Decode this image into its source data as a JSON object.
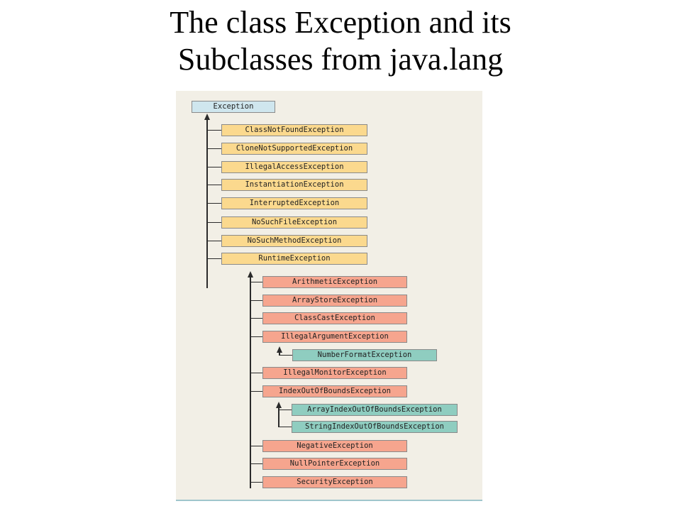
{
  "title": {
    "line1": "The class Exception and its",
    "line2": "Subclasses from java.lang"
  },
  "colors": {
    "root": "#cfe6ee",
    "level1": "#fbd98e",
    "runtime_children": "#f6a58e",
    "level3": "#8fcdc0"
  },
  "tree": {
    "root": "Exception",
    "exception_children": [
      "ClassNotFoundException",
      "CloneNotSupportedException",
      "IllegalAccessException",
      "InstantiationException",
      "InterruptedException",
      "NoSuchFileException",
      "NoSuchMethodException",
      "RuntimeException"
    ],
    "runtime_children": [
      "ArithmeticException",
      "ArrayStoreException",
      "ClassCastException",
      "IllegalArgumentException",
      "IllegalMonitorException",
      "IndexOutOfBoundsException",
      "NegativeException",
      "NullPointerException",
      "SecurityException"
    ],
    "illegal_argument_children": [
      "NumberFormatException"
    ],
    "index_out_of_bounds_children": [
      "ArrayIndexOutOfBoundsException",
      "StringIndexOutOfBoundsException"
    ]
  }
}
